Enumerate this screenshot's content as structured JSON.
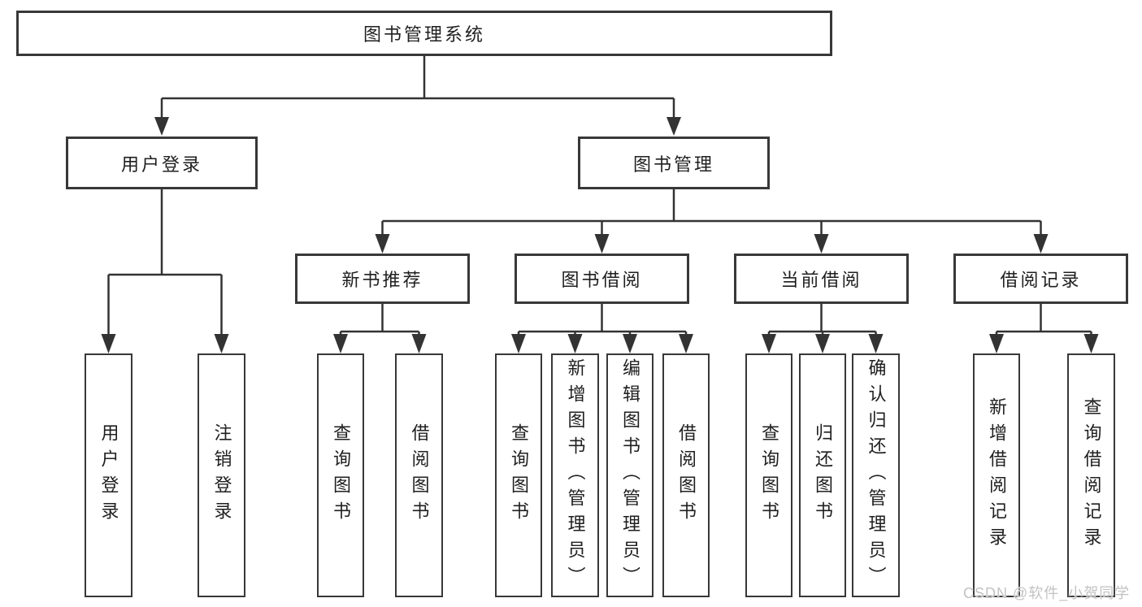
{
  "diagram": {
    "root": {
      "label": "图书管理系统"
    },
    "branches": [
      {
        "label": "用户登录",
        "children": [
          {
            "label": "用户登录"
          },
          {
            "label": "注销登录"
          }
        ]
      },
      {
        "label": "图书管理",
        "children": [
          {
            "label": "新书推荐",
            "children": [
              {
                "label": "查询图书"
              },
              {
                "label": "借阅图书"
              }
            ]
          },
          {
            "label": "图书借阅",
            "children": [
              {
                "label": "查询图书"
              },
              {
                "label": "新增图书（管理员）"
              },
              {
                "label": "编辑图书（管理员）"
              },
              {
                "label": "借阅图书"
              }
            ]
          },
          {
            "label": "当前借阅",
            "children": [
              {
                "label": "查询图书"
              },
              {
                "label": "归还图书"
              },
              {
                "label": "确认归还（管理员）"
              }
            ]
          },
          {
            "label": "借阅记录",
            "children": [
              {
                "label": "新增借阅记录"
              },
              {
                "label": "查询借阅记录"
              }
            ]
          }
        ]
      }
    ]
  },
  "watermark": {
    "text": "CSDN @软件_小贺同学"
  },
  "colors": {
    "background": "#ffffff",
    "line": "#333333",
    "border": "#383838",
    "text": "#1f1f1f",
    "watermark": "#c3c3c3"
  }
}
